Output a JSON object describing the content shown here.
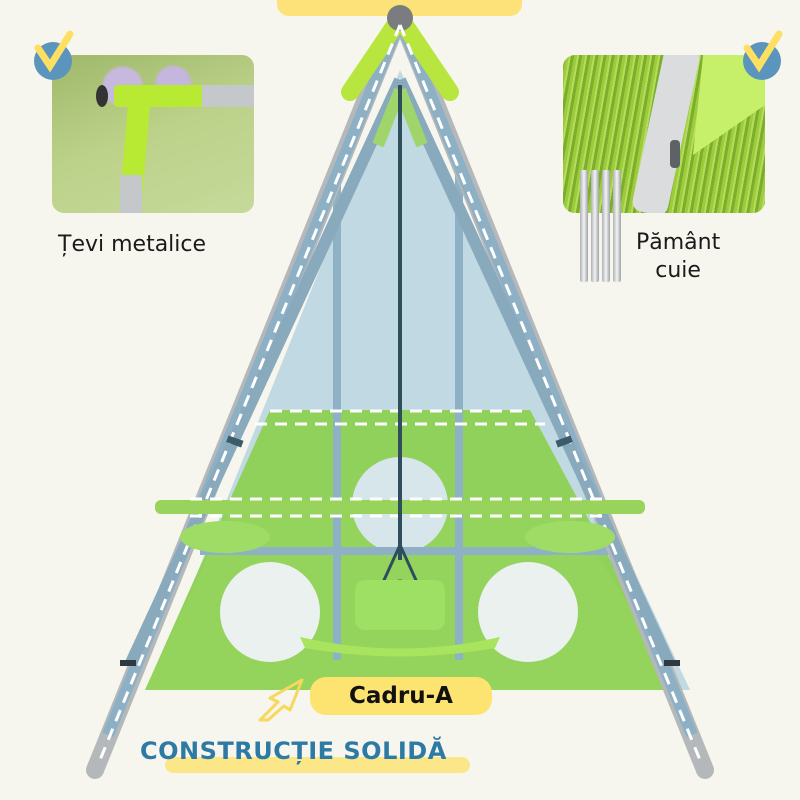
{
  "features": {
    "left": {
      "label": "Țevi metalice",
      "icon": "check-icon",
      "photo": "metal-tube-joint-photo"
    },
    "right": {
      "label_line1": "Pământ",
      "label_line2": "cuie",
      "icon": "check-icon",
      "photo": "ground-stake-photo",
      "extra_icon": "ground-stakes-icon"
    }
  },
  "frame": {
    "badge": "Cadru-A",
    "pointer_icon": "cursor-arrow-icon"
  },
  "headline": "CONSTRUCȚIE SOLIDĂ",
  "colors": {
    "accent_yellow": "#fde36f",
    "headline_blue": "#2d7aa5",
    "check_blue": "#5b95bd",
    "lime": "#a8e03a",
    "tarp_green": "#8fd15a"
  }
}
